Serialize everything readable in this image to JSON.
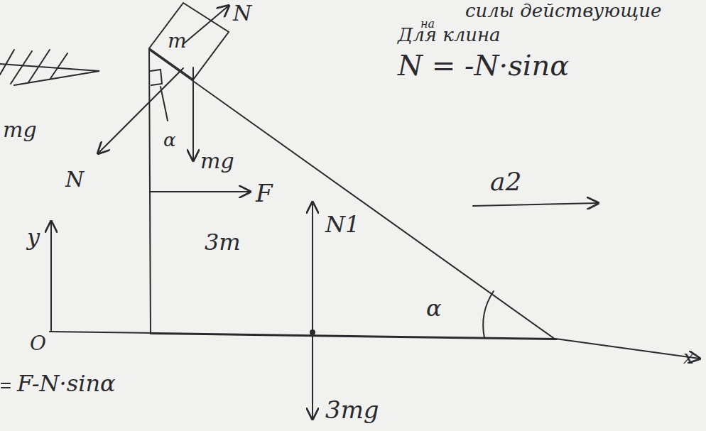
{
  "diagram": {
    "labels": [
      "силы действующие",
      "на",
      "Для клина",
      "N = -N·sinα",
      "a2",
      "N",
      "m",
      "mg",
      "α",
      "N",
      "F",
      "3m",
      "N1",
      "y",
      "O",
      "x",
      "α",
      "F-N·sinα",
      "3mg",
      "mg"
    ]
  }
}
